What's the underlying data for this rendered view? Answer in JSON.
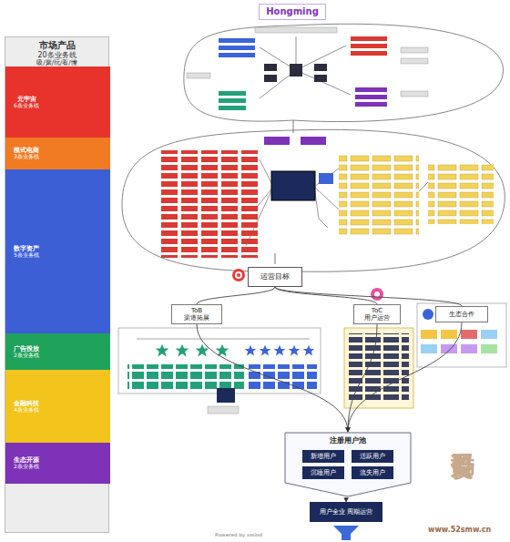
{
  "diagram": {
    "nodes": [
      {
        "text": [
          "市场产品",
          "20条业务线",
          "吸/聚/玩/看/懂"
        ]
      },
      {
        "text": [
          "元宇宙",
          "6条业务线"
        ],
        "in": 0
      },
      {
        "text": [
          "模式电商",
          "3条业务线"
        ],
        "in": 0
      },
      {
        "text": [
          "数字资产",
          "5条业务线"
        ],
        "in": 0
      },
      {
        "text": [
          "广告投放",
          "2条业务线"
        ],
        "in": 0
      },
      {
        "text": [
          "金融科技",
          "4条业务线"
        ],
        "in": 0
      },
      {
        "text": [
          "生态开源",
          "2条业务线"
        ],
        "in": 0
      },
      {
        "text": [
          "Hongming"
        ]
      },
      {
        "text": [
          "运营目标"
        ]
      },
      {
        "text": [
          "ToB",
          "渠道拓展"
        ]
      },
      {
        "text": [
          "ToC",
          "用户运营"
        ]
      },
      {
        "text": [
          "生态合作"
        ]
      },
      {
        "text": [
          "注册用户池"
        ]
      },
      {
        "text": [
          "新增用户"
        ],
        "in": 12
      },
      {
        "text": [
          "活跃用户"
        ],
        "in": 12
      },
      {
        "text": [
          "沉睡用户"
        ],
        "in": 12
      },
      {
        "text": [
          "流失用户"
        ],
        "in": 12
      },
      {
        "text": [
          "用户全业 周期运营"
        ]
      }
    ],
    "edges": [
      {
        "from": 8,
        "to": 9,
        "arrow": "none"
      },
      {
        "from": 8,
        "to": 10,
        "arrow": "none"
      },
      {
        "from": 8,
        "to": 11,
        "arrow": "none"
      },
      {
        "from": 9,
        "to": 12,
        "arrow": "to"
      },
      {
        "from": 10,
        "to": 12,
        "arrow": "to"
      },
      {
        "from": 11,
        "to": 12,
        "arrow": "to"
      },
      {
        "from": 12,
        "to": 17,
        "arrow": "to"
      }
    ],
    "labels": [
      "吾爱首码",
      "www.52smw.cn",
      "Powered by xmind"
    ]
  }
}
